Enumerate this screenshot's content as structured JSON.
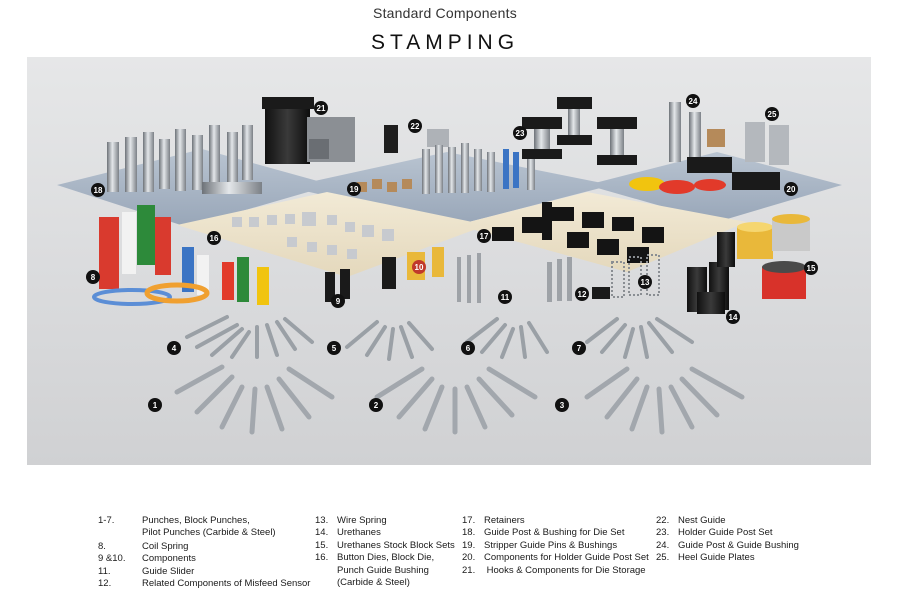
{
  "header": {
    "subtitle": "Standard Components",
    "title": "STAMPING"
  },
  "photo": {
    "badges": [
      "1",
      "2",
      "3",
      "4",
      "5",
      "6",
      "7",
      "8",
      "9",
      "10",
      "11",
      "12",
      "13",
      "14",
      "15",
      "16",
      "17",
      "18",
      "19",
      "20",
      "21",
      "22",
      "23",
      "24",
      "25"
    ]
  },
  "legend": {
    "col1": [
      {
        "num": "1-7.",
        "label": "Punches, Block Punches,"
      },
      {
        "num": "",
        "label": "Pilot Punches (Carbide & Steel)"
      },
      {
        "num": "8.",
        "label": "Coil Spring"
      },
      {
        "num": "9 &10.",
        "label": "Components"
      },
      {
        "num": "11.",
        "label": "Guide Slider"
      },
      {
        "num": "12.",
        "label": "Related Components of Misfeed Sensor"
      }
    ],
    "col2": [
      {
        "num": "13.",
        "label": "Wire Spring"
      },
      {
        "num": "14.",
        "label": "Urethanes"
      },
      {
        "num": "15.",
        "label": "Urethanes Stock Block Sets"
      },
      {
        "num": "16.",
        "label": "Button Dies, Block Die,"
      },
      {
        "num": "",
        "label": "Punch Guide Bushing"
      },
      {
        "num": "",
        "label": "(Carbide & Steel)"
      }
    ],
    "col3": [
      {
        "num": "17.",
        "label": "Retainers"
      },
      {
        "num": "18.",
        "label": "Guide Post & Bushing for Die Set"
      },
      {
        "num": "19.",
        "label": "Stripper Guide Pins & Bushings"
      },
      {
        "num": "20.",
        "label": "Components for Holder Guide Post Set"
      },
      {
        "num": "21.",
        "label": " Hooks & Components for Die Storage"
      }
    ],
    "col4": [
      {
        "num": "22.",
        "label": "Nest Guide"
      },
      {
        "num": "23.",
        "label": "Holder Guide Post Set"
      },
      {
        "num": "24.",
        "label": "Guide Post & Guide Bushing"
      },
      {
        "num": "25.",
        "label": "Heel Guide Plates"
      }
    ]
  }
}
